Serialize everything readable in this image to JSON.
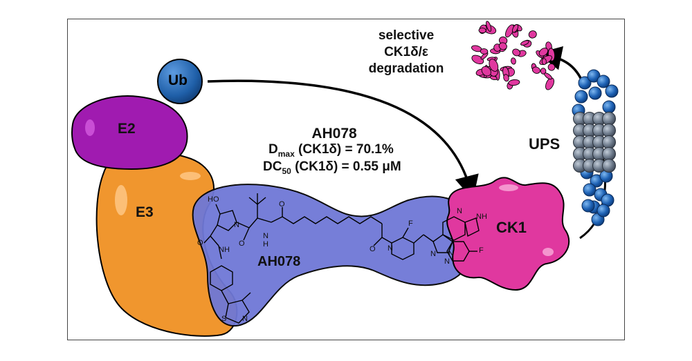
{
  "proteins": {
    "ub": "Ub",
    "e2": "E2",
    "e3": "E3",
    "ck1": "CK1",
    "ups": "UPS"
  },
  "degrader": {
    "name": "AH078",
    "blob_label": "AH078",
    "dmax_prefix": "D",
    "dmax_sub": "max",
    "dmax_rest": " (CK1δ) = 70.1%",
    "dc50_prefix": "DC",
    "dc50_sub": "50",
    "dc50_rest": " (CK1δ) = 0.55 μM"
  },
  "outcome": {
    "line1": "selective",
    "line2": "CK1δ/ε",
    "line3": "degradation"
  },
  "structure_atoms": {
    "ho": "HO",
    "n1": "N",
    "o1": "O",
    "nh1": "NH",
    "o2": "O",
    "nh2": "N",
    "h2": "H",
    "o3": "O",
    "o4": "O",
    "n_pip": "N",
    "f1": "F",
    "n_im1": "N",
    "n_im2": "N",
    "n_pyr": "N",
    "f2": "F",
    "nh_az": "NH",
    "n_az": "N",
    "s": "S",
    "n_th": "N"
  },
  "colors": {
    "ub": "#1f5fa8",
    "e2": "#a01bb0",
    "e3": "#f0962e",
    "ck1": "#e0389f",
    "degrader": "#6f78d6",
    "proteasome": "#5d6b80"
  }
}
